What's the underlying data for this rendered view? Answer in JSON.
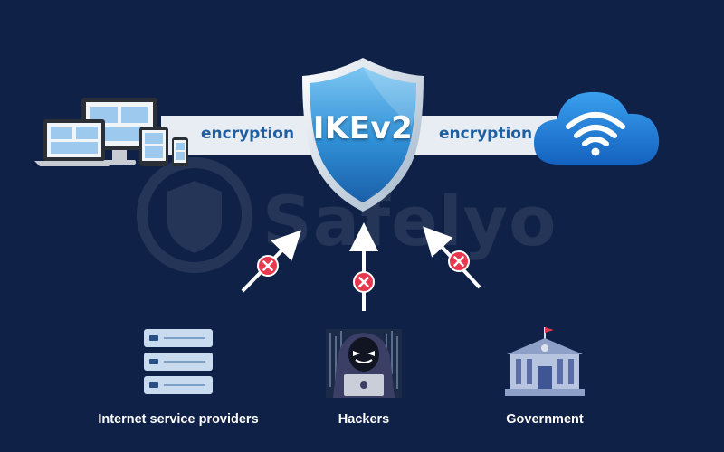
{
  "diagram": {
    "protocol_label": "IKEv2",
    "left_encryption_label": "encryption",
    "right_encryption_label": "encryption",
    "watermark_text": "Safelyo",
    "threats": [
      {
        "label": "Internet service providers",
        "icon": "server-stack-icon"
      },
      {
        "label": "Hackers",
        "icon": "hacker-icon"
      },
      {
        "label": "Government",
        "icon": "government-building-icon"
      }
    ],
    "blocked_marker_icon": "blocked-x-icon",
    "colors": {
      "background": "#0f2147",
      "tunnel": "#e8edf3",
      "encryption_text": "#1d5fa0",
      "shield_blue": "#2f8fd6",
      "cloud_blue": "#1e7fd8",
      "blocked_red": "#e8384f"
    }
  }
}
